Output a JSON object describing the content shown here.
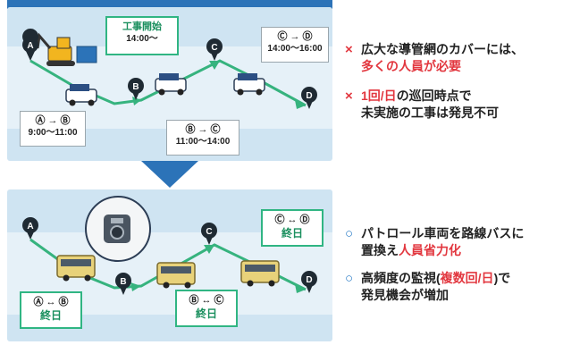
{
  "top": {
    "labels": {
      "start_work_title": "工事開始",
      "start_work_time": "14:00〜",
      "ab_route": "Ⓐ → Ⓑ",
      "ab_time": "9:00〜11:00",
      "bc_route": "Ⓑ → Ⓒ",
      "bc_time": "11:00〜14:00",
      "cd_route": "Ⓒ → Ⓓ",
      "cd_time": "14:00〜16:00"
    },
    "points": [
      "A",
      "B",
      "C",
      "D"
    ]
  },
  "bottom": {
    "labels": {
      "ab_route": "Ⓐ ↔ Ⓑ",
      "ab_value": "終日",
      "bc_route": "Ⓑ ↔ Ⓒ",
      "bc_value": "終日",
      "cd_route": "Ⓒ ↔ Ⓓ",
      "cd_value": "終日"
    },
    "points": [
      "A",
      "B",
      "C",
      "D"
    ]
  },
  "problems": [
    {
      "mark": "×",
      "line1": "広大な導管網のカバーには、",
      "line2_red": "多くの人員が必要"
    },
    {
      "mark": "×",
      "line1_red": "1回/日",
      "line1_rest": "の巡回時点で",
      "line2": "未実施の工事は発見不可"
    }
  ],
  "benefits": [
    {
      "mark": "○",
      "line1": "パトロール車両を路線バスに",
      "line2_pre": "置換え",
      "line2_red": "人員省力化"
    },
    {
      "mark": "○",
      "line1_pre": "高頻度の監視(",
      "line1_red": "複数回/日",
      "line1_post": ")で",
      "line2": "発見機会が増加"
    }
  ],
  "colors": {
    "route_green": "#36b37e",
    "pin_dark": "#1f2a33",
    "panel_bg": "#cfe4f2",
    "arrow_blue": "#2c73b8",
    "bus_yellow": "#e8d27a",
    "red": "#e2373f",
    "blue_mark": "#2a7cc7"
  }
}
